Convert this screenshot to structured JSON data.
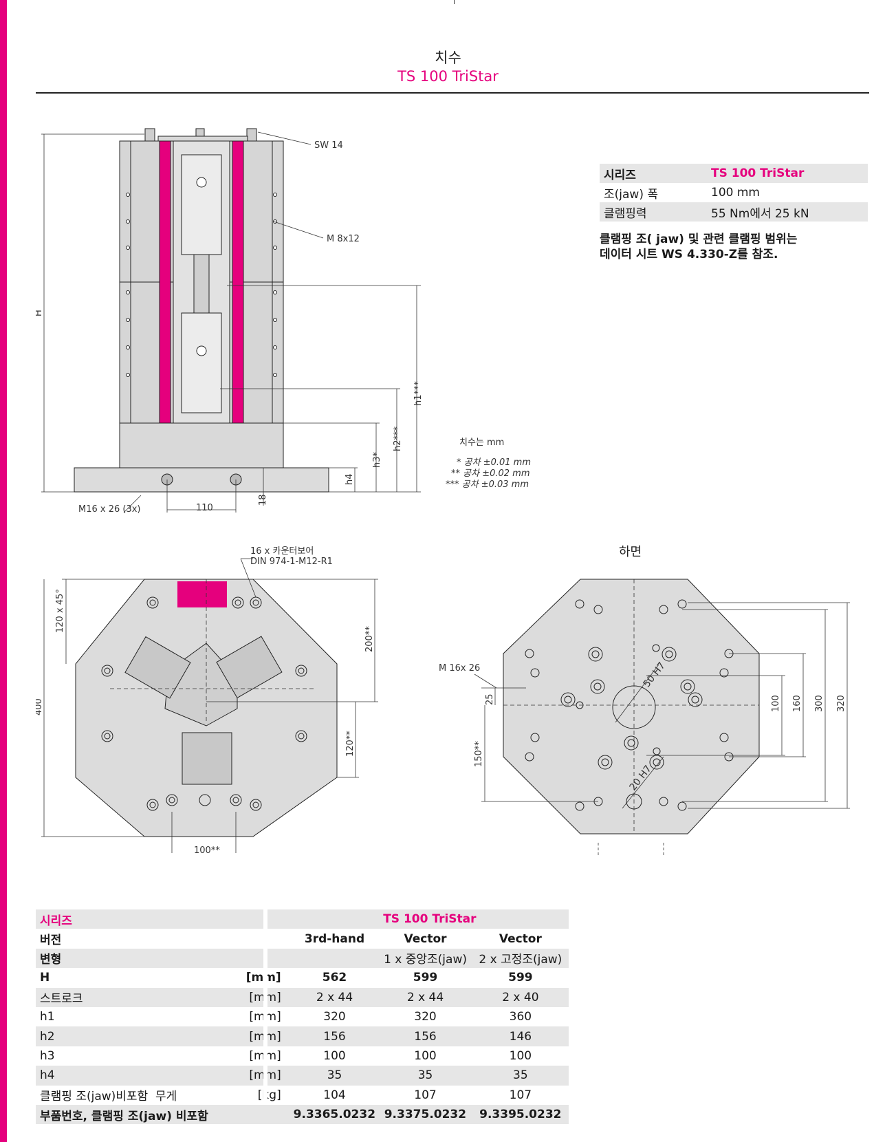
{
  "header": {
    "title": "치수",
    "subtitle": "TS 100 TriStar"
  },
  "spec": {
    "rows": [
      {
        "key": "시리즈",
        "value": "TS 100 TriStar"
      },
      {
        "key": "조(jaw) 폭",
        "value": "100 mm"
      },
      {
        "key": "클램핑력",
        "value": "55 Nm에서 25 kN"
      }
    ],
    "note_line1": "클램핑 조( jaw) 및 관련 클램핑 범위는",
    "note_line2": "데이터 시트 WS 4.330-Z를 참조."
  },
  "drawing_side": {
    "sw": "SW 14",
    "m8": "M 8x12",
    "H": "H",
    "h1": "h1***",
    "h2": "h2***",
    "h3": "h3*",
    "h4": "h4",
    "m16": "M16 x 26 (3x)",
    "d110": "110",
    "d18": "18",
    "units": "치수는 mm",
    "tol1": "* 공차 ±0.01 mm",
    "tol2": "** 공차 ±0.02 mm",
    "tol3": "*** 공차 ±0.03 mm"
  },
  "drawing_top": {
    "counterbore1": "16 x 카운터보어",
    "counterbore2": "DIN 974-1-M12-R1",
    "d120x45": "120 x 45°",
    "d200": "200**",
    "d120": "120**",
    "d400": "400",
    "d100": "100**"
  },
  "drawing_bottom": {
    "title": "하면",
    "m16": "M 16x 26",
    "d25": "25",
    "d150": "150**",
    "d50h7": "50 H7",
    "d20h7": "20 H7",
    "d100": "100",
    "d160": "160",
    "d300": "300",
    "d320": "320"
  },
  "table": {
    "series_label": "시리즈",
    "series_value": "TS 100 TriStar",
    "version_label": "버전",
    "versions": [
      "3rd-hand",
      "Vector",
      "Vector"
    ],
    "variant_label": "변형",
    "variants": [
      "",
      "1 x 중앙조(jaw)",
      "2 x 고정조(jaw)"
    ],
    "rows": [
      {
        "label": "H",
        "unit": "[mm]",
        "values": [
          "562",
          "599",
          "599"
        ],
        "bold": true
      },
      {
        "label": "스트로크",
        "unit": "[mm]",
        "values": [
          "2 x 44",
          "2 x 44",
          "2 x 40"
        ]
      },
      {
        "label": "h1",
        "unit": "[mm]",
        "values": [
          "320",
          "320",
          "360"
        ]
      },
      {
        "label": "h2",
        "unit": "[mm]",
        "values": [
          "156",
          "156",
          "146"
        ]
      },
      {
        "label": "h3",
        "unit": "[mm]",
        "values": [
          "100",
          "100",
          "100"
        ]
      },
      {
        "label": "h4",
        "unit": "[mm]",
        "values": [
          "35",
          "35",
          "35"
        ]
      },
      {
        "label": "클램핑 조(jaw)비포함  무게",
        "unit": "[kg]",
        "values": [
          "104",
          "107",
          "107"
        ]
      }
    ],
    "partno_label": "부품번호, 클램핑 조(jaw) 비포함",
    "partnos": [
      "9.3365.0232",
      "9.3375.0232",
      "9.3395.0232"
    ]
  }
}
